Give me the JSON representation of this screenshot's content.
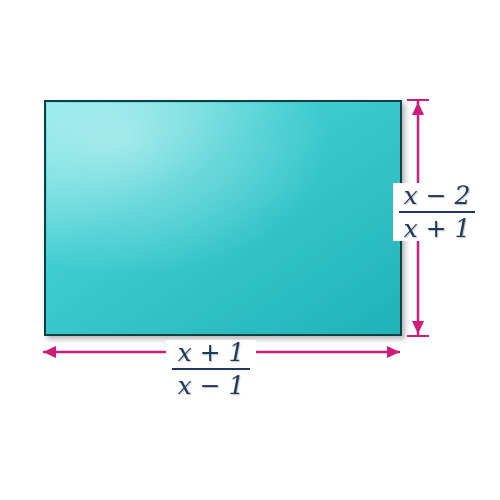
{
  "colors": {
    "rectangle_fill": "#3cc8cc",
    "rectangle_border": "#0f3f45",
    "arrow": "#d21a7c",
    "label_text": "#1e3a5f"
  },
  "width_label": {
    "numerator": "x + 1",
    "denominator": "x − 1"
  },
  "height_label": {
    "numerator": "x − 2",
    "denominator": "x + 1"
  }
}
